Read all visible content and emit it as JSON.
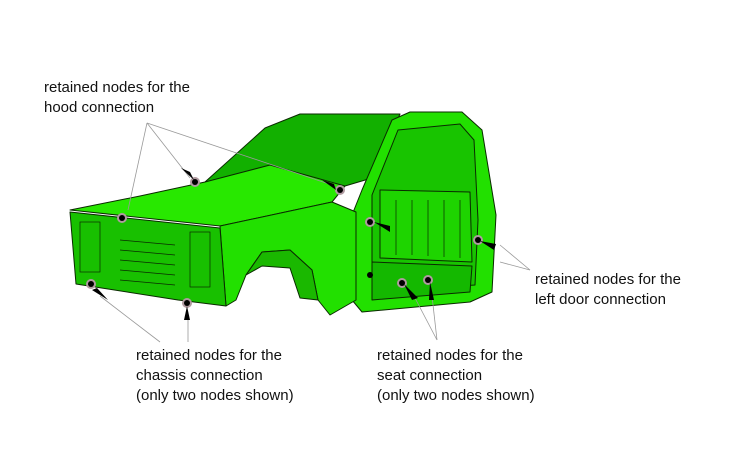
{
  "labels": {
    "hood": [
      "retained nodes for the",
      "hood connection"
    ],
    "chassis": [
      "retained nodes for the",
      "chassis connection",
      "(only two nodes shown)"
    ],
    "seat": [
      "retained nodes for the",
      "seat connection",
      "(only two nodes shown)"
    ],
    "left_door": [
      "retained nodes for the",
      "left door connection"
    ]
  },
  "colors": {
    "body": "#22e000",
    "body_dark": "#10a800",
    "body_shadow": "#0c8a00",
    "outline": "#0a2a00",
    "leader": "#999999",
    "node": "#b09aa0"
  }
}
